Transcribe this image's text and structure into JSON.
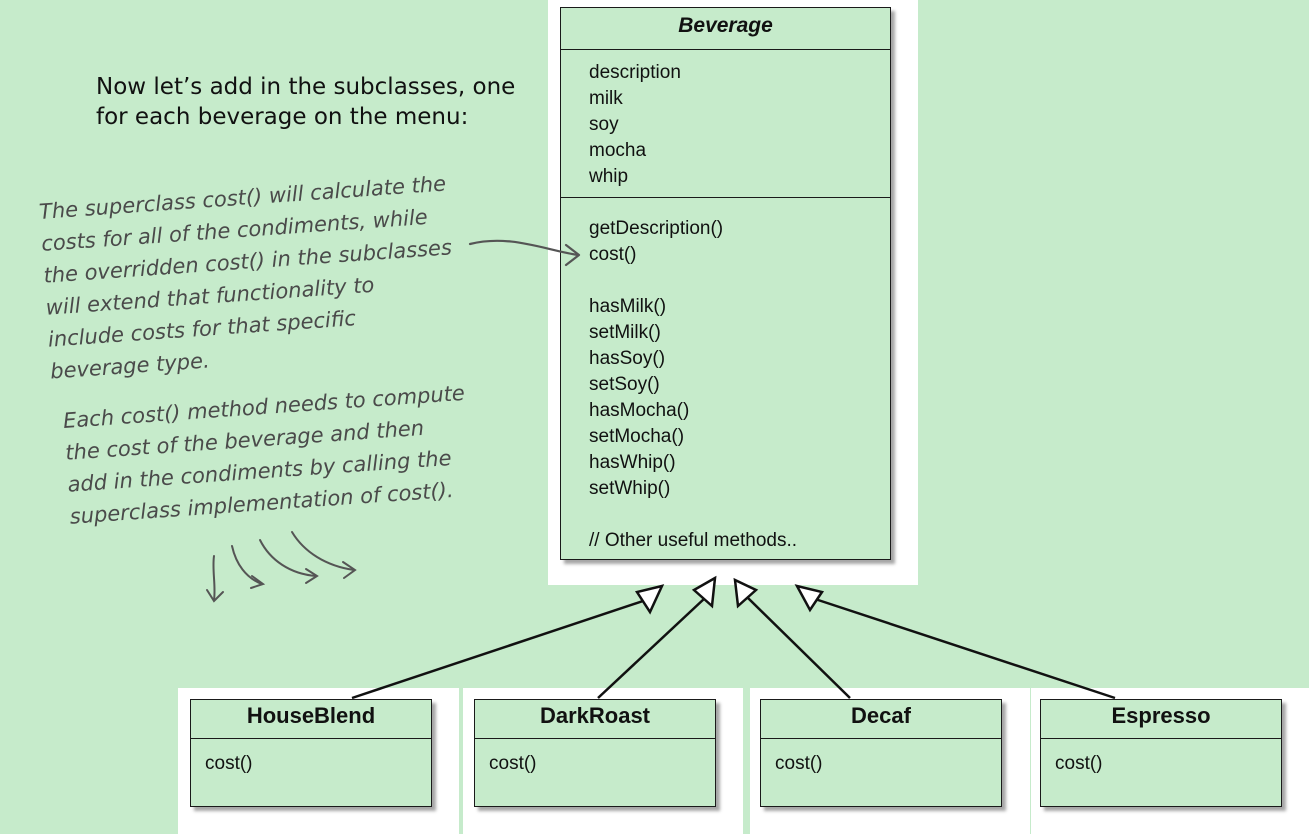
{
  "intro": {
    "line1": "Now let’s add in the subclasses, one",
    "line2": "for each beverage on the menu:"
  },
  "note_superclass": {
    "lines": [
      "The superclass cost() will calculate the",
      "costs for all of the condiments, while",
      "the overridden cost() in the subclasses",
      "will extend that functionality to",
      "include costs for that specific",
      "beverage type."
    ]
  },
  "note_subclass": {
    "lines": [
      "Each cost() method needs to compute",
      "the cost of the beverage and then",
      "add in the condiments by calling the",
      "superclass implementation of cost()."
    ]
  },
  "beverage": {
    "name": "Beverage",
    "fields": [
      "description",
      "milk",
      "soy",
      "mocha",
      "whip"
    ],
    "methods_a": [
      "getDescription()",
      "cost()"
    ],
    "methods_b": [
      "hasMilk()",
      "setMilk()",
      "hasSoy()",
      "setSoy()",
      "hasMocha()",
      "setMocha()",
      "hasWhip()",
      "setWhip()"
    ],
    "methods_c": [
      "// Other useful methods.."
    ]
  },
  "subclasses": [
    {
      "name": "HouseBlend",
      "method": "cost()"
    },
    {
      "name": "DarkRoast",
      "method": "cost()"
    },
    {
      "name": "Decaf",
      "method": "cost()"
    },
    {
      "name": "Espresso",
      "method": "cost()"
    }
  ],
  "colors": {
    "background": "#c6ebcb",
    "box_fill": "#c6ebcb",
    "panel": "#ffffff",
    "handwriting": "#4a4a4a"
  }
}
